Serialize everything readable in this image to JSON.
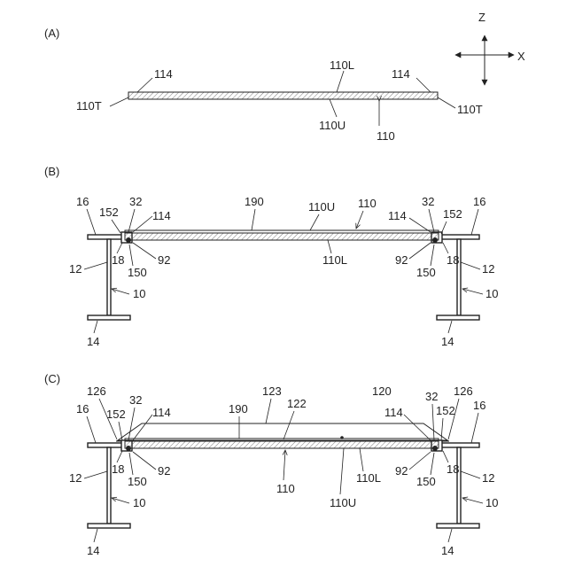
{
  "panels": {
    "a": {
      "tag": "(A)",
      "axes": {
        "z": "Z",
        "x": "X"
      },
      "labels": {
        "l114_left": "114",
        "l110L": "110L",
        "l114_right": "114",
        "l110T_left": "110T",
        "l110T_right": "110T",
        "l110U": "110U",
        "l110": "110"
      }
    },
    "b": {
      "tag": "(B)",
      "labels": {
        "l16_left": "16",
        "l152_left": "152",
        "l32_left": "32",
        "l114_left": "114",
        "l190": "190",
        "l110U": "110U",
        "l110": "110",
        "l114_right": "114",
        "l32_right": "32",
        "l152_right": "152",
        "l16_right": "16",
        "l12_left": "12",
        "l18_left": "18",
        "l150_left": "150",
        "l92_left": "92",
        "l10_left": "10",
        "l14_left": "14",
        "l110L": "110L",
        "l92_right": "92",
        "l150_right": "150",
        "l18_right": "18",
        "l12_right": "12",
        "l10_right": "10",
        "l14_right": "14"
      }
    },
    "c": {
      "tag": "(C)",
      "labels": {
        "l126_left": "126",
        "l32_left": "32",
        "l16_left": "16",
        "l152_left": "152",
        "l114_left": "114",
        "l190": "190",
        "l123": "123",
        "l122": "122",
        "l120": "120",
        "l114_right": "114",
        "l32_right": "32",
        "l126_right": "126",
        "l152_right": "152",
        "l16_right": "16",
        "l12_left": "12",
        "l18_left": "18",
        "l150_left": "150",
        "l92_left": "92",
        "l10_left": "10",
        "l14_left": "14",
        "l110": "110",
        "l110U": "110U",
        "l110L": "110L",
        "l92_right": "92",
        "l150_right": "150",
        "l18_right": "18",
        "l12_right": "12",
        "l10_right": "10",
        "l14_right": "14"
      }
    }
  }
}
